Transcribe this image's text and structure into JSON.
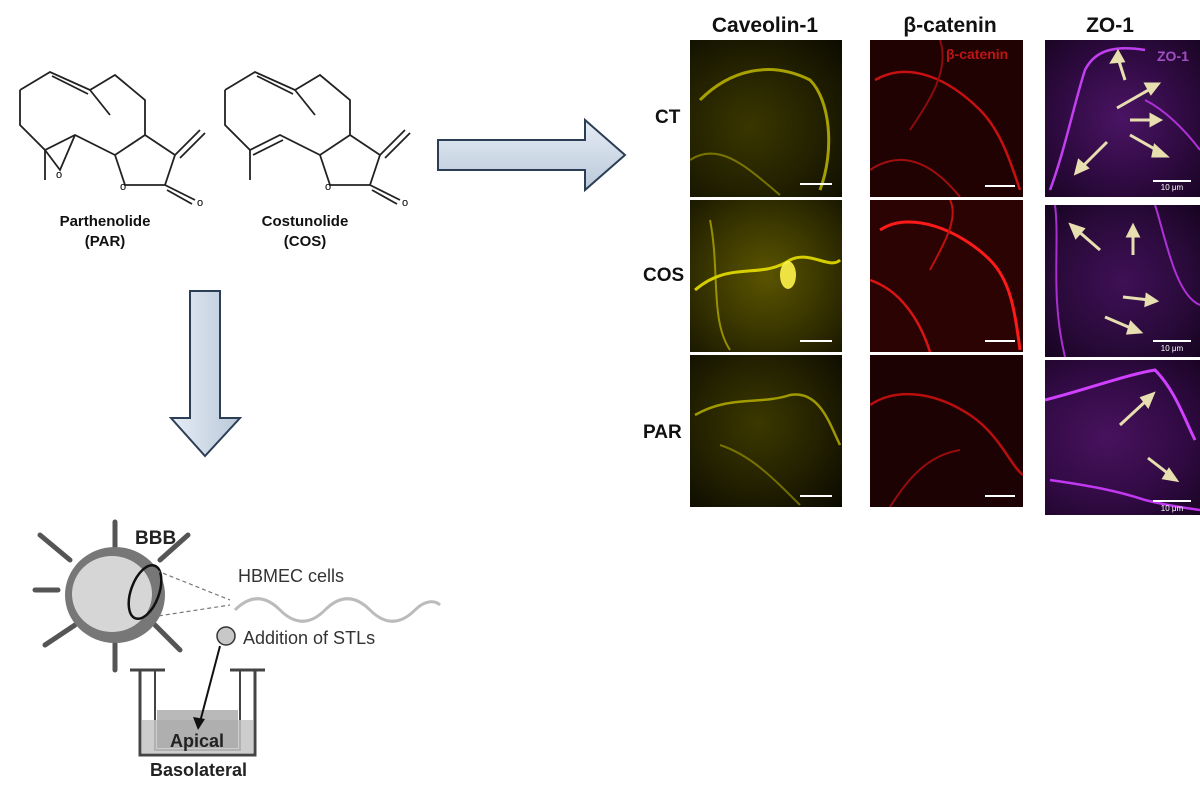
{
  "molecules": [
    {
      "name": "Parthenolide",
      "abbr": "(PAR)"
    },
    {
      "name": "Costunolide",
      "abbr": "(COS)"
    }
  ],
  "microscopy": {
    "columns": [
      "Caveolin-1",
      "β-catenin",
      "ZO-1"
    ],
    "rows": [
      "CT",
      "COS",
      "PAR"
    ],
    "channel_tags": {
      "beta": "β-catenin",
      "zo": "ZO-1"
    },
    "scale_label": "10 μm",
    "colors": {
      "caveolin": "#e8e000",
      "beta": "#d01010",
      "zo": "#b030d8"
    }
  },
  "schematic": {
    "bbb_label": "BBB",
    "cells_label": "HBMEC cells",
    "addition_label": "Addition of STLs",
    "apical_label": "Apical",
    "basolateral_label": "Basolateral"
  }
}
